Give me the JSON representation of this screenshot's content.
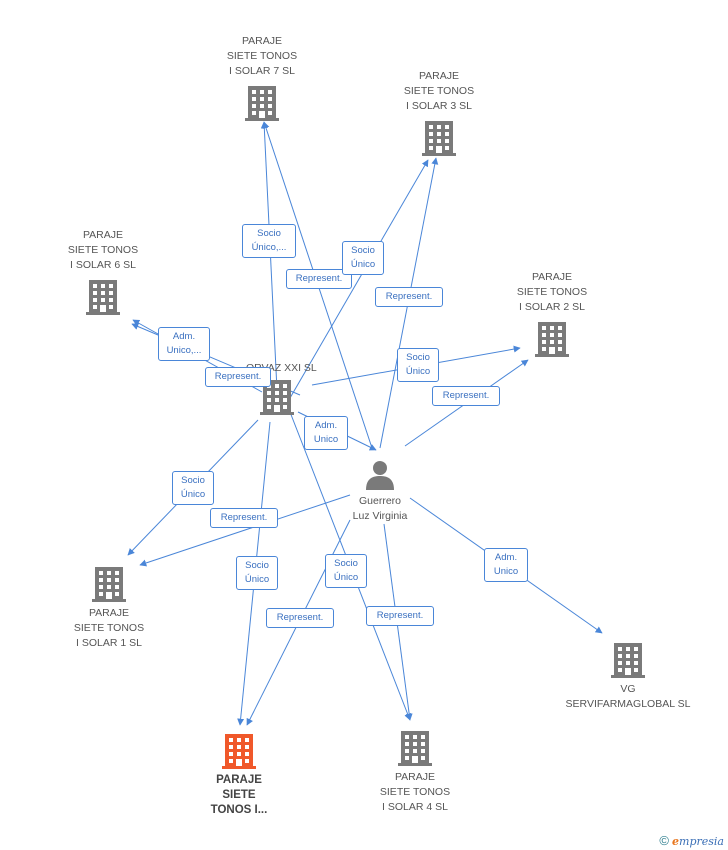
{
  "colors": {
    "edge": "#4a86d8",
    "node_icon": "#7a7a7a",
    "highlight_icon": "#f0582a"
  },
  "nodes": {
    "solar7": {
      "label": "PARAJE\nSIETE TONOS\nI SOLAR 7  SL",
      "icon": "building-icon"
    },
    "solar3": {
      "label": "PARAJE\nSIETE TONOS\nI SOLAR 3 SL",
      "icon": "building-icon"
    },
    "solar6": {
      "label": "PARAJE\nSIETE TONOS\nI SOLAR 6 SL",
      "icon": "building-icon"
    },
    "solar2": {
      "label": "PARAJE\nSIETE TONOS\nI SOLAR 2 SL",
      "icon": "building-icon"
    },
    "center": {
      "label": "...ORVAZ XXI  SL",
      "icon": "building-icon"
    },
    "person": {
      "label": "Guerrero\nLuz Virginia",
      "icon": "person-icon"
    },
    "solar1": {
      "label": "PARAJE\nSIETE TONOS\nI SOLAR 1 SL",
      "icon": "building-icon"
    },
    "vg": {
      "label": "VG\nSERVIFARMAGLOBAL SL",
      "icon": "building-icon"
    },
    "main": {
      "label": "PARAJE\nSIETE\nTONOS I...",
      "icon": "building-icon"
    },
    "solar4": {
      "label": "PARAJE\nSIETE TONOS\nI SOLAR 4 SL",
      "icon": "building-icon"
    }
  },
  "edge_labels": {
    "socio_unico_trunc": "Socio\nÚnico,...",
    "represent_s7": "Represent.",
    "socio_unico_s3": "Socio\nÚnico",
    "represent_s3": "Represent.",
    "adm_unico_trunc": "Adm.\nUnico,...",
    "represent_s6": "Represent.",
    "socio_unico_s2": "Socio\nÚnico",
    "represent_s2": "Represent.",
    "adm_unico_center": "Adm.\nUnico",
    "socio_unico_s1": "Socio\nÚnico",
    "represent_s1": "Represent.",
    "adm_unico_vg": "Adm.\nUnico",
    "socio_unico_main": "Socio\nÚnico",
    "socio_unico_s4": "Socio\nÚnico",
    "represent_main": "Represent.",
    "represent_s4": "Represent."
  },
  "footer": {
    "copyright": "©",
    "brand_e": "e",
    "brand_rest": "mpresia"
  }
}
